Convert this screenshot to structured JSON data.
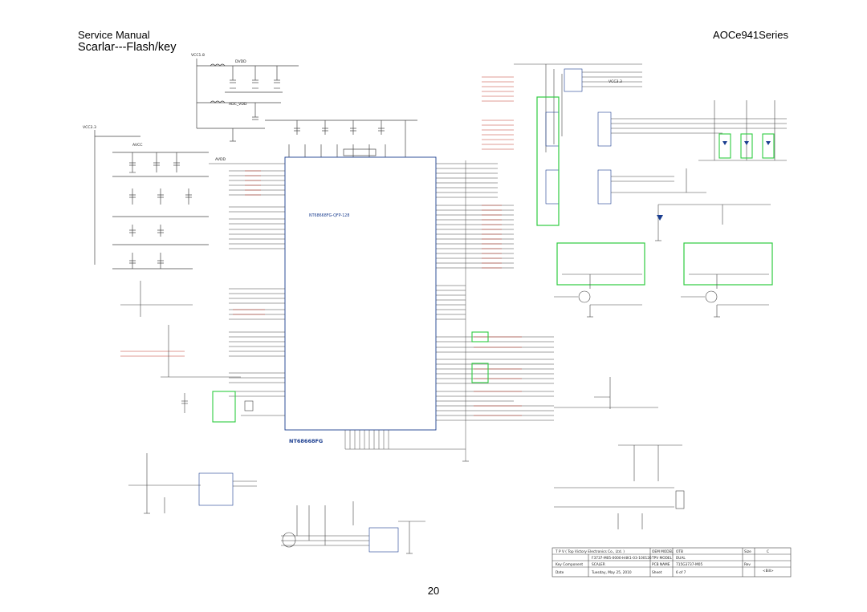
{
  "header": {
    "left_title": "Service Manual",
    "subtitle": "Scarlar---Flash/key",
    "right_title": "AOCe941Series"
  },
  "footer": {
    "page_number": "20"
  },
  "ic": {
    "main_label": "NT68668FG",
    "main_part": "NT68668FG-QFP-128"
  },
  "supply_labels": [
    "VCC1.8",
    "DVDD",
    "VCC3.3",
    "AVCC",
    "AVDD",
    "ADC_VDD",
    "VCC3.3"
  ],
  "title_block": {
    "company": "T P V ( Top Victory Electronics Co., Ltd. )",
    "oem_model_label": "OEM MODEL",
    "oem_model": "OTB",
    "tpv_model_label": "TPV MODEL",
    "tpv_model": "DUAL",
    "key_component_label": "Key Component",
    "key_component": "SCALER",
    "pcb_name_label": "PCB NAME",
    "pcb_name": "715G3737-M05",
    "date_label": "Date",
    "date": "Tuesday, May 25, 2010",
    "sheet_label": "Sheet",
    "sheet": "6 of 7",
    "size_label": "Size",
    "size": "C",
    "rev_label": "Rev",
    "rev": "<Bill>",
    "doc_number": "F3737-M05-0000-H4K1-03-100126"
  },
  "colors": {
    "wire_dark": "#444444",
    "net_red": "#c0392b",
    "highlight_green": "#2ecc40",
    "ic_blue": "#1a3d8f"
  }
}
